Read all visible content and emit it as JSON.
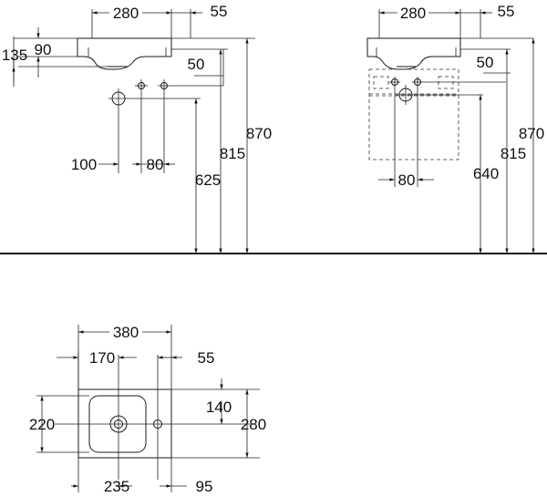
{
  "side_view_left": {
    "dims": {
      "width_280": "280",
      "depth_55": "55",
      "h_135": "135",
      "h_90": "90",
      "h_50": "50",
      "h_870": "870",
      "h_815": "815",
      "h_625": "625",
      "w_100": "100",
      "w_80": "80"
    }
  },
  "side_view_right": {
    "dims": {
      "width_280": "280",
      "depth_55": "55",
      "h_50": "50",
      "h_870": "870",
      "h_815": "815",
      "h_640": "640",
      "w_80": "80"
    }
  },
  "top_view": {
    "dims": {
      "w_380": "380",
      "w_170": "170",
      "w_55": "55",
      "h_140": "140",
      "h_220": "220",
      "h_280": "280",
      "w_235": "235",
      "w_95": "95"
    }
  }
}
